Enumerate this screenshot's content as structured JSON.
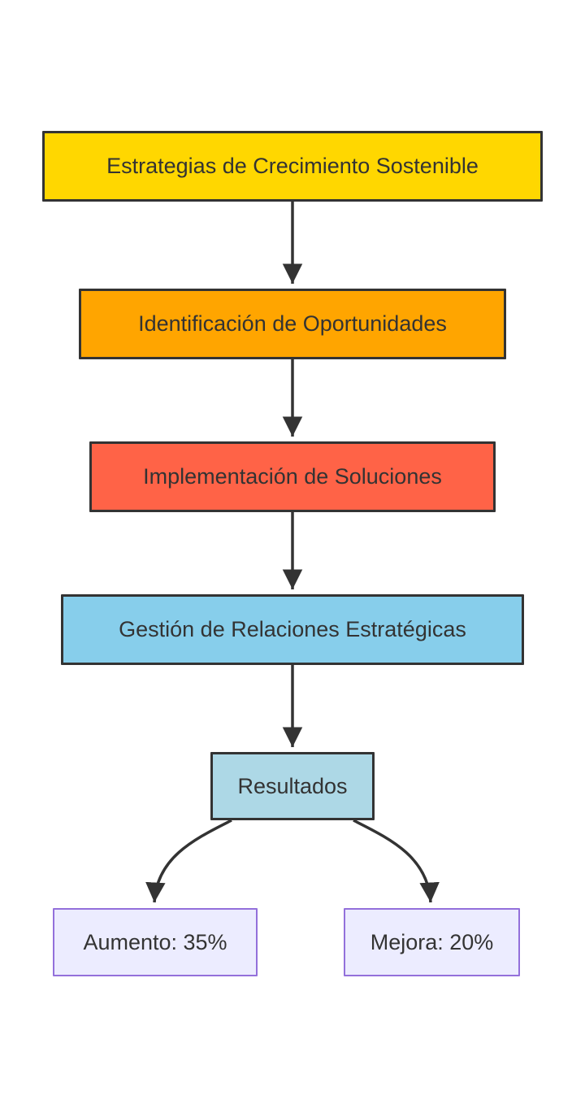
{
  "diagram": {
    "type": "flowchart-top-down",
    "background_color": "#ffffff",
    "edge_color": "#333333",
    "text_color": "#333333",
    "nodes": [
      {
        "id": "estrategias",
        "label": "Estrategias de Crecimiento Sostenible",
        "fill": "#FFD700",
        "stroke": "#333333",
        "text_color": "#333333"
      },
      {
        "id": "identificacion",
        "label": "Identificación de Oportunidades",
        "fill": "#FFA500",
        "stroke": "#333333",
        "text_color": "#333333"
      },
      {
        "id": "implementacion",
        "label": "Implementación de Soluciones",
        "fill": "#FF6347",
        "stroke": "#333333",
        "text_color": "#333333"
      },
      {
        "id": "gestion",
        "label": "Gestión de Relaciones Estratégicas",
        "fill": "#87CEEB",
        "stroke": "#333333",
        "text_color": "#333333"
      },
      {
        "id": "resultados",
        "label": "Resultados",
        "fill": "#ADD8E6",
        "stroke": "#333333",
        "text_color": "#333333"
      },
      {
        "id": "aumento",
        "label": "Aumento: 35%",
        "fill": "#ECECFF",
        "stroke": "#9370DB",
        "text_color": "#333333"
      },
      {
        "id": "mejora",
        "label": "Mejora: 20%",
        "fill": "#ECECFF",
        "stroke": "#9370DB",
        "text_color": "#333333"
      }
    ],
    "edges": [
      {
        "from": "estrategias",
        "to": "identificacion",
        "style": "arrow"
      },
      {
        "from": "identificacion",
        "to": "implementacion",
        "style": "arrow"
      },
      {
        "from": "implementacion",
        "to": "gestion",
        "style": "arrow"
      },
      {
        "from": "gestion",
        "to": "resultados",
        "style": "arrow"
      },
      {
        "from": "resultados",
        "to": "aumento",
        "style": "arrow-curved"
      },
      {
        "from": "resultados",
        "to": "mejora",
        "style": "arrow-curved"
      }
    ]
  }
}
